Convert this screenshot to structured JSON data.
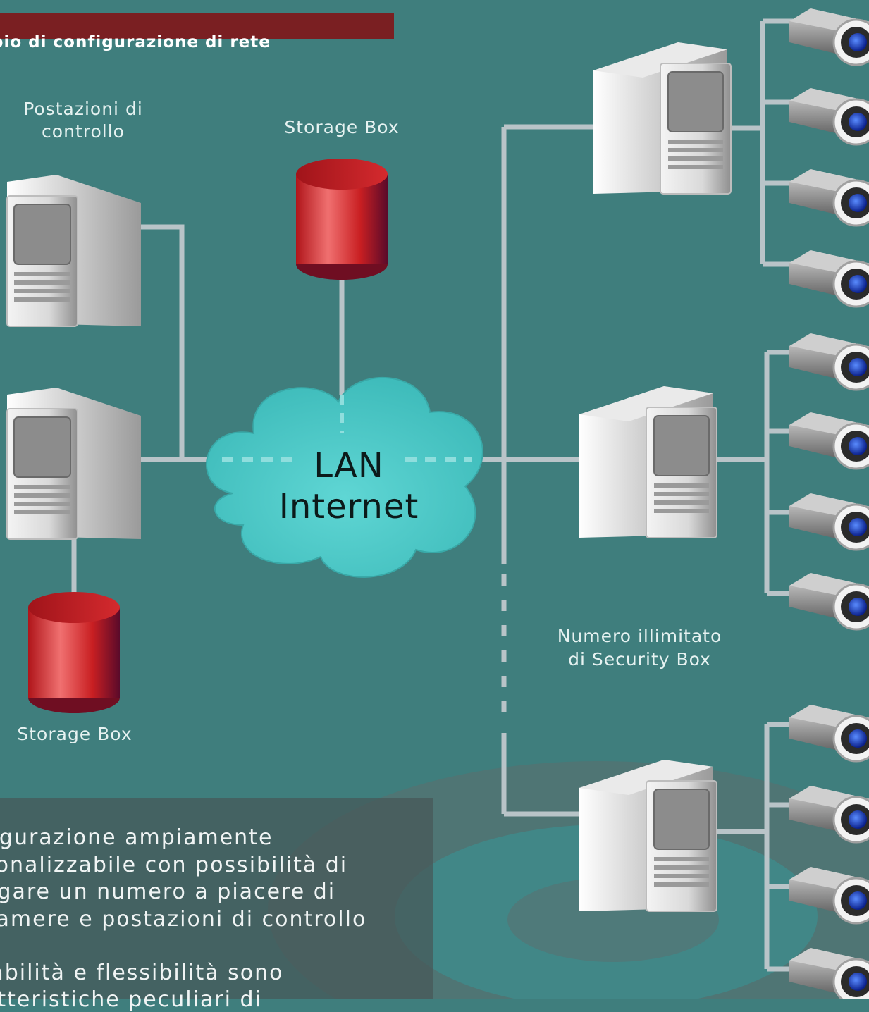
{
  "title": "pio di configurazione di rete",
  "labels": {
    "control_stations": [
      "Postazioni di",
      "controllo"
    ],
    "storage_box_top": "Storage Box",
    "storage_box_bottom": "Storage Box",
    "security_boxes": [
      "Numero illimitato",
      "di Security Box"
    ]
  },
  "cloud": {
    "line1": "LAN",
    "line2": "Internet"
  },
  "description": {
    "lines": [
      "figurazione ampiamente",
      "sonalizzabile con possibilità di",
      "egare un numero a piacere di",
      "camere e postazioni di controllo",
      "labilità e flessibilità sono",
      "atteristiche peculiari di"
    ]
  },
  "colors": {
    "background": "#3f7e7d",
    "title_bar": "#7a1f22",
    "cloud": "#48c6c4",
    "storage": "#c91f22",
    "connector": "#b9c4c8",
    "camera_lens": "#1a3fd1"
  }
}
